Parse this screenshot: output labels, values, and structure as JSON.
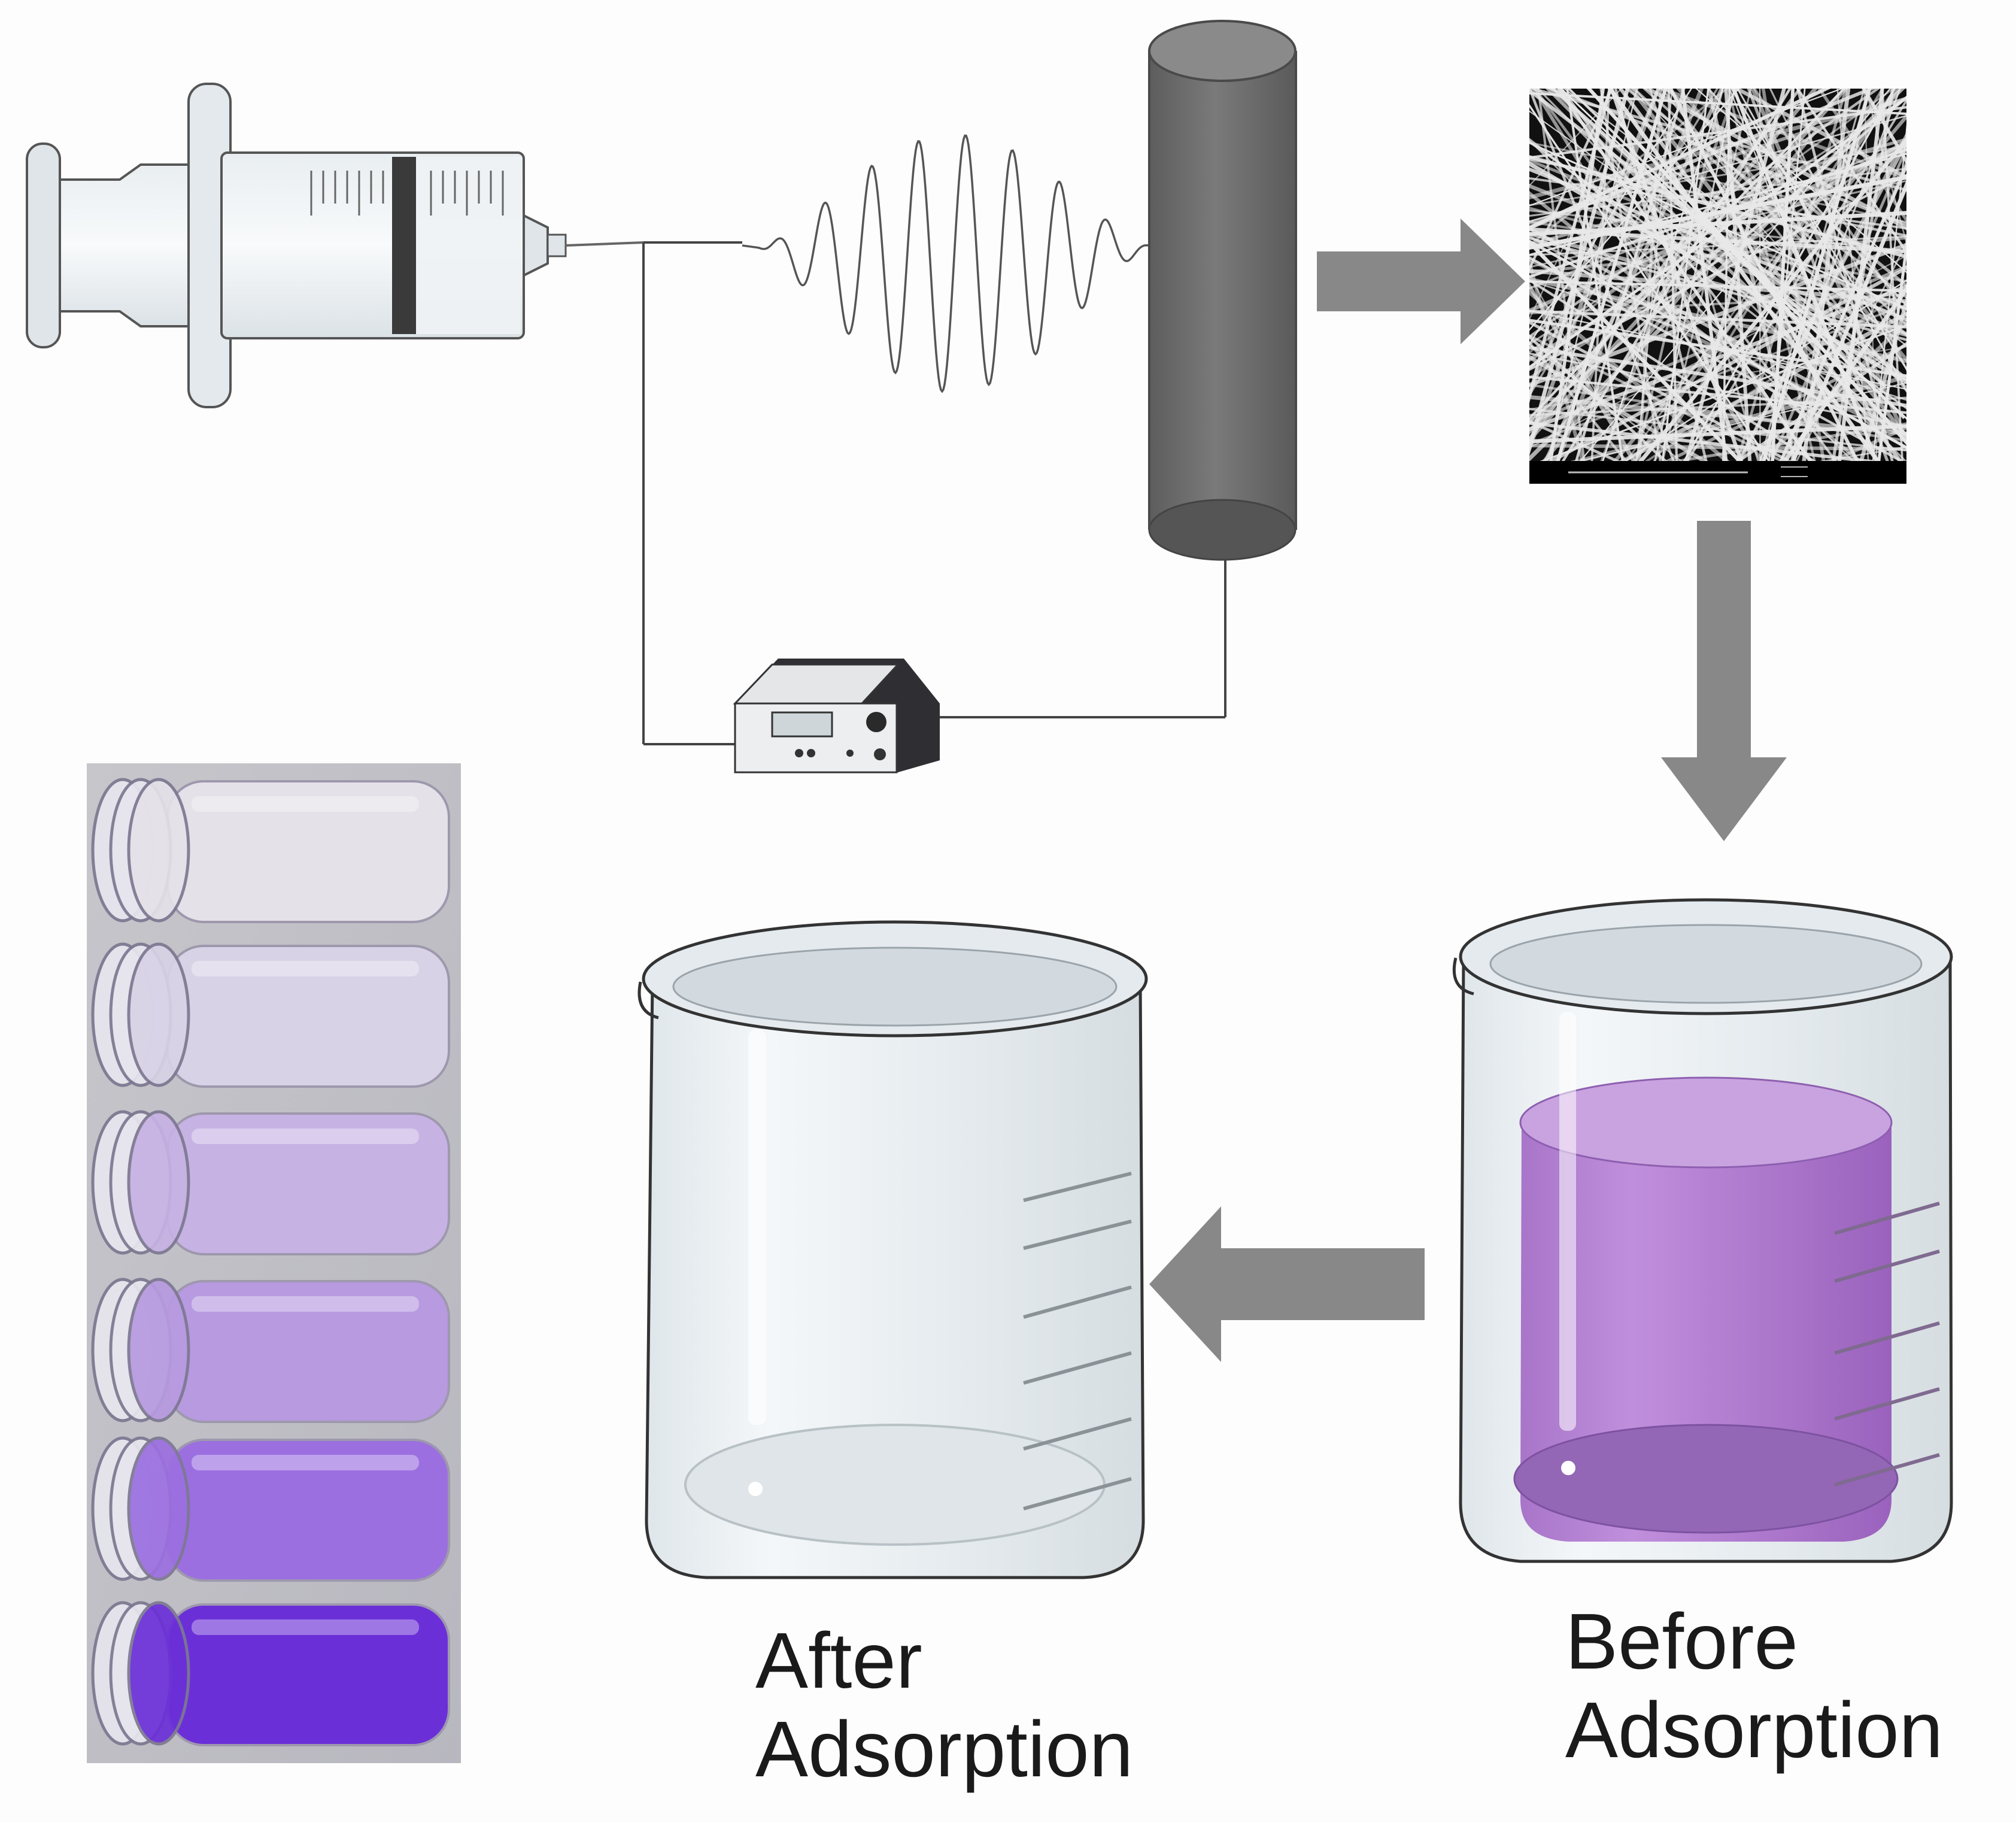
{
  "labels": {
    "after": [
      "After",
      "Adsorption"
    ],
    "before": [
      "Before",
      "Adsorption"
    ]
  },
  "colors": {
    "background": "#fdfdfd",
    "arrow": "#888888",
    "collector": "#6e6e6e",
    "dye_solution": "#b98ad3",
    "dye_surface": "#c9a3e0",
    "glass": "#e8eef2",
    "vial_colors": [
      "#e4e1e9",
      "#d8d2e6",
      "#c7b2e4",
      "#b79ae0",
      "#9b6fe0",
      "#6b2fd8"
    ]
  },
  "icons": {
    "syringe": "syringe-icon",
    "fiber_jet": "electrospinning-jet-icon",
    "collector": "rotating-collector-icon",
    "power_supply": "high-voltage-power-supply-icon",
    "sem_image": "nanofiber-sem-image",
    "before_beaker": "beaker-with-dye-icon",
    "after_beaker": "empty-beaker-icon",
    "vials_photo": "dye-vials-photo"
  }
}
